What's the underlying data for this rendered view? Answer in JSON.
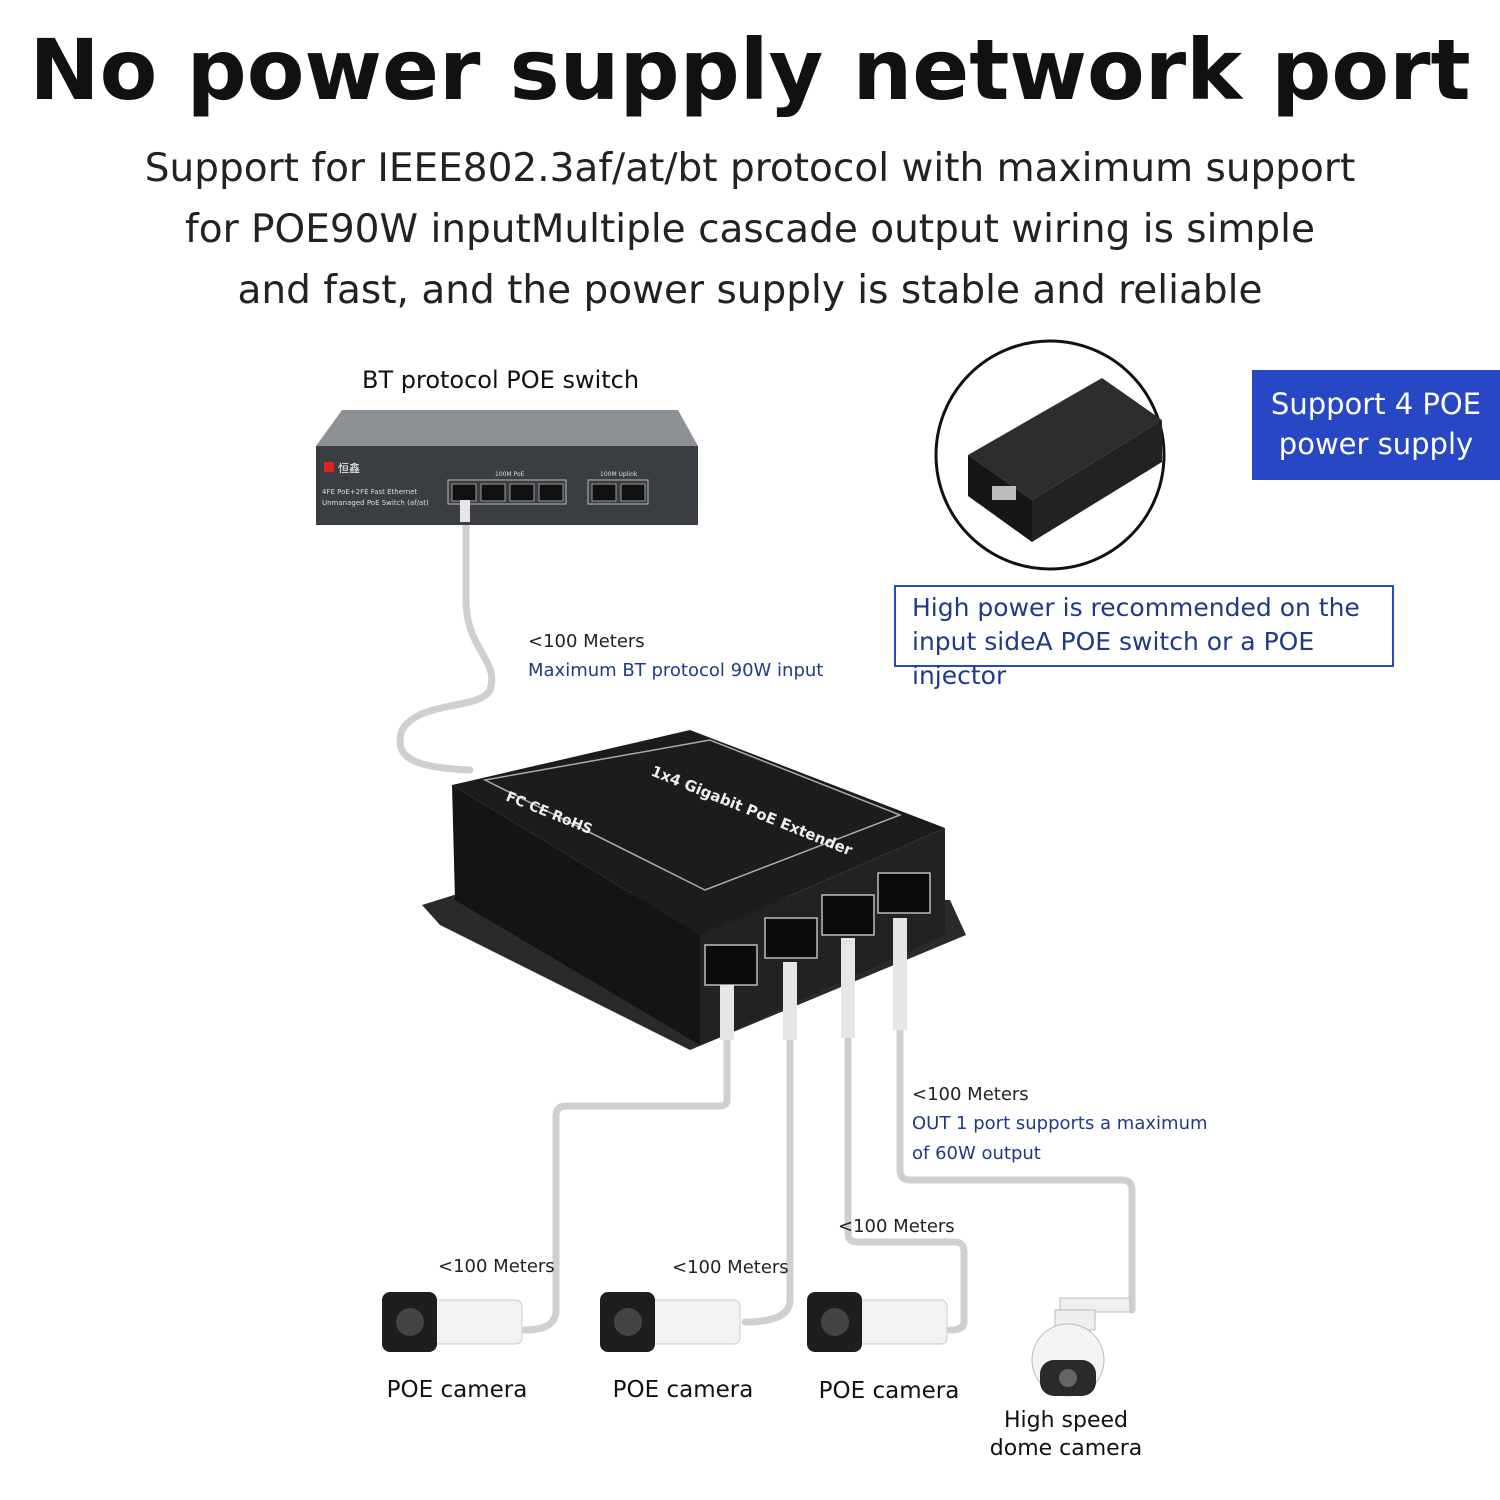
{
  "headline": "No power supply network port",
  "subtitle_lines": [
    "Support for IEEE802.3af/at/bt protocol with maximum support",
    "for POE90W inputMultiple cascade output wiring is simple",
    "and fast, and the power supply is stable and reliable"
  ],
  "switch": {
    "label": "BT protocol POE switch",
    "brand": "恒鑫",
    "port_group_poe": "100M PoE",
    "port_group_uplink": "100M Uplink",
    "desc_line1": "4FE PoE+2FE Fast Ethernet",
    "desc_line2": "Unmanaged PoE Switch (af/at)"
  },
  "input_link": {
    "distance": "<100 Meters",
    "note": "Maximum BT protocol 90W input"
  },
  "support_box": [
    "Support 4 POE",
    "power supply"
  ],
  "recommend_box": [
    "High power is recommended on the",
    "input sideA POE switch or a POE injector"
  ],
  "extender": {
    "title": "1x4 Gigabit PoE Extender",
    "marks": "FC CE RoHS"
  },
  "out1_link": {
    "distance": "<100 Meters",
    "note_line1": "OUT 1 port supports a maximum",
    "note_line2": "of 60W output"
  },
  "devices": [
    {
      "distance": "<100 Meters",
      "label": "POE camera"
    },
    {
      "distance": "<100 Meters",
      "label": "POE camera"
    },
    {
      "distance": "<100 Meters",
      "label": "POE camera"
    },
    {
      "label_line1": "High speed",
      "label_line2": "dome camera"
    }
  ],
  "colors": {
    "accent_blue": "#2847c4",
    "device_black": "#1a1a1a",
    "cable_gray": "#d8d8d8"
  }
}
